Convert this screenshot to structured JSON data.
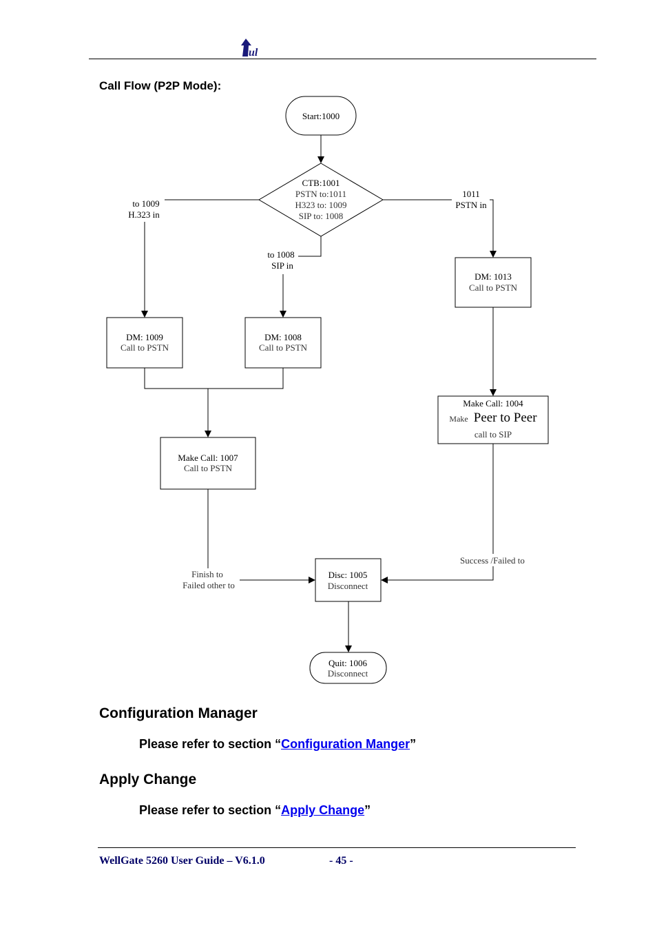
{
  "header": {
    "logo_icon": "company-logo-icon"
  },
  "section_title": "Call Flow (P2P Mode):",
  "diagram": {
    "start": {
      "title": "Start:1000"
    },
    "ctb": {
      "title": "CTB:1001",
      "lines": [
        "PSTN to:1011",
        "H323 to: 1009",
        "SIP to: 1008"
      ]
    },
    "labels": {
      "left_l1": "to 1009",
      "left_l2": "H.323 in",
      "mid_l1": "to 1008",
      "mid_l2": "SIP in",
      "right_l1": "1011",
      "right_l2": "PSTN in",
      "finish_l1": "Finish to",
      "finish_l2": "Failed other to",
      "success": "Success /Failed to"
    },
    "dm1013": {
      "title": "DM: 1013",
      "sub": "Call to PSTN"
    },
    "dm1009": {
      "title": "DM: 1009",
      "sub": "Call to PSTN"
    },
    "dm1008": {
      "title": "DM: 1008",
      "sub": "Call to PSTN"
    },
    "mc1004": {
      "title": "Make Call: 1004",
      "sub_small": "Make",
      "sub_big": "Peer to Peer",
      "sub2": "call to SIP"
    },
    "mc1007": {
      "title": "Make Call: 1007",
      "sub": "Call to PSTN"
    },
    "disc": {
      "title": "Disc: 1005",
      "sub": "Disconnect"
    },
    "quit": {
      "title": "Quit: 1006",
      "sub": "Disconnect"
    }
  },
  "config_manager": {
    "heading": "Configuration Manager",
    "prefix": "Please refer to section “",
    "link": "Configuration Manger",
    "suffix": "”"
  },
  "apply_change": {
    "heading": "Apply Change",
    "prefix": "Please refer to section “",
    "link": "Apply Change",
    "suffix": "”"
  },
  "footer": {
    "guide": "WellGate 5260 User Guide – V6.1.0",
    "page": "- 45 -"
  }
}
